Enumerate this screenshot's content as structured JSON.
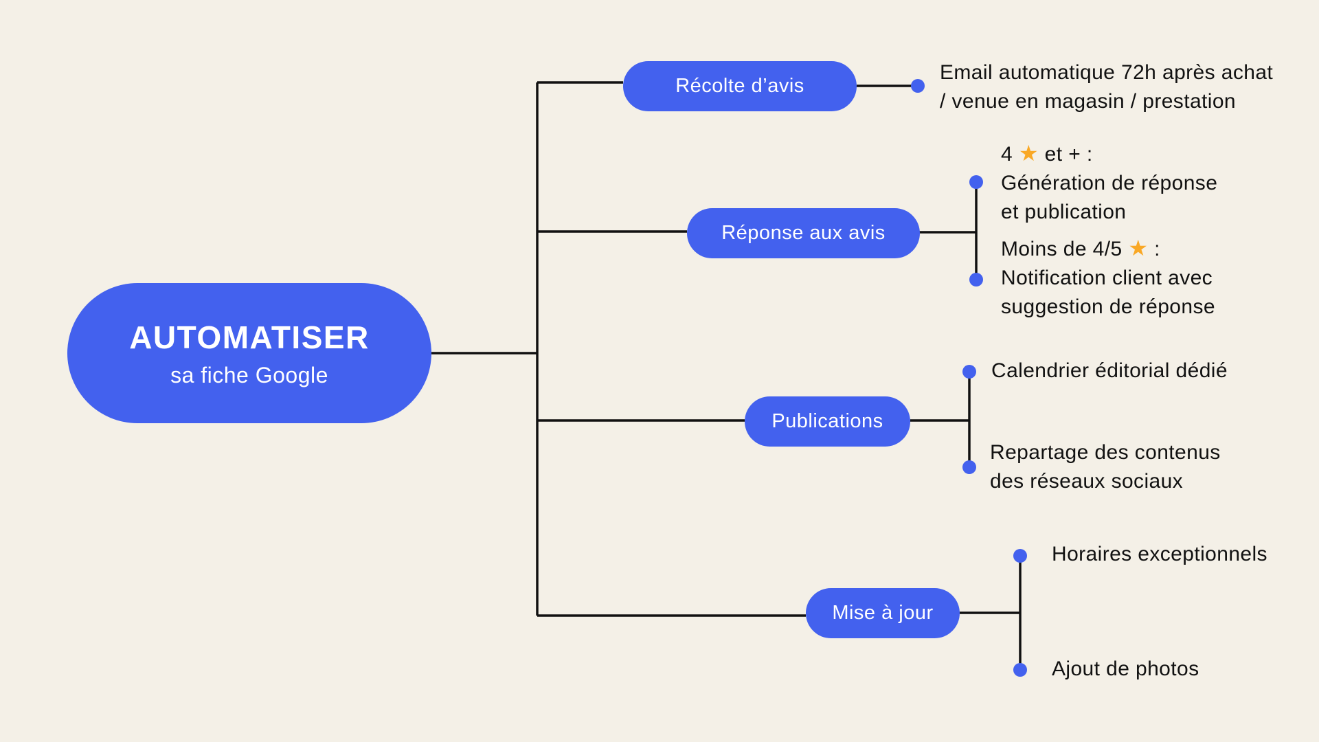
{
  "root": {
    "title": "AUTOMATISER",
    "subtitle": "sa fiche Google"
  },
  "branches": [
    {
      "label": "Récolte d’avis",
      "leaves": [
        {
          "lines": [
            "Email automatique 72h après achat",
            "/ venue en magasin / prestation"
          ]
        }
      ]
    },
    {
      "label": "Réponse aux avis",
      "leaves": [
        {
          "lines": [
            "4 ★ et + :",
            "Génération de réponse",
            "et publication"
          ]
        },
        {
          "lines": [
            "Moins de 4/5 ★ :",
            "Notification client avec",
            "suggestion de réponse"
          ]
        }
      ]
    },
    {
      "label": "Publications",
      "leaves": [
        {
          "lines": [
            "Calendrier éditorial dédié"
          ]
        },
        {
          "lines": [
            "Repartage des contenus",
            "des réseaux sociaux"
          ]
        }
      ]
    },
    {
      "label": "Mise à jour",
      "leaves": [
        {
          "lines": [
            "Horaires exceptionnels"
          ]
        },
        {
          "lines": [
            "Ajout de photos"
          ]
        }
      ]
    }
  ],
  "colors": {
    "background": "#f4f0e7",
    "node": "#4361ee",
    "dot": "#4361ee",
    "line": "#111111",
    "star": "#f9a825",
    "text": "#111111"
  }
}
